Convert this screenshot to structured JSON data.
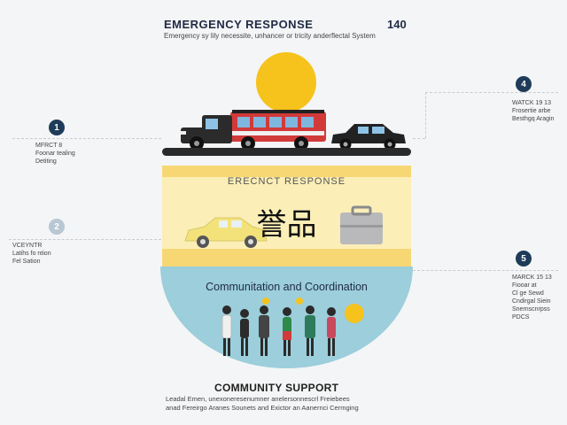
{
  "header": {
    "title": "EMERGENCY RESPONSE",
    "number": "140",
    "subtitle": "Emergency sy lily necessite, unhancer or tricity anderflectal System"
  },
  "layers": {
    "response_label": "ERECNCT RESPONSE",
    "cjk_label": "誉品",
    "communication_label": "Communitation and Coordination",
    "community_label": "COMMUNITY SUPPORT",
    "footer_line1": "Leadal Emen, unexoneresenumner anelersonnescrl Freiebees",
    "footer_line2": "anad Fereirgo Aranes Sounets and Exictor an Aanernci Cermging"
  },
  "markers": [
    {
      "number": "1",
      "text": "MFRCT 8\nFoonar tealing\nDetiting"
    },
    {
      "number": "2",
      "text": "VCEYNTR\nLatihs fo ntion\nFel Sation"
    },
    {
      "number": "4",
      "text": "WATCK 19 13\nFrosertie arbe\nBesthgq Aragin"
    },
    {
      "number": "5",
      "text": "MARCK 15 13\nFiooar at\nCl ge Sewd\nCndirgal Siein\nSnernscnrpss\nPDCS"
    }
  ],
  "colors": {
    "sun": "#f6c21c",
    "yellow_band": "#fbeeb6",
    "blue_bowl": "#9ccedb",
    "badge": "#1f3b5a"
  }
}
